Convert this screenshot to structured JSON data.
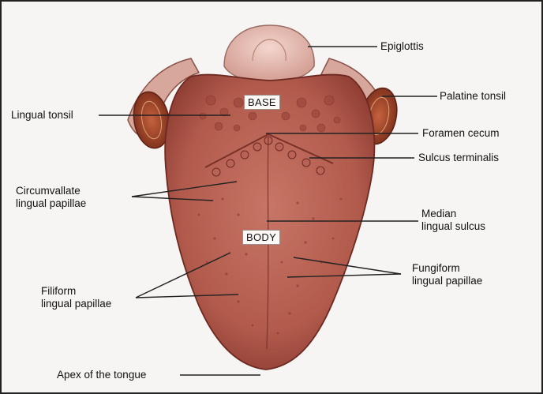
{
  "diagram": {
    "labels": {
      "epiglottis": "Epiglottis",
      "palatine_tonsil": "Palatine tonsil",
      "lingual_tonsil": "Lingual tonsil",
      "foramen_cecum": "Foramen cecum",
      "sulcus_terminalis": "Sulcus terminalis",
      "circumvallate_papillae": "Circumvallate\nlingual papillae",
      "median_lingual_sulcus": "Median\nlingual sulcus",
      "fungiform_papillae": "Fungiform\nlingual papillae",
      "filiform_papillae": "Filiform\nlingual papillae",
      "apex": "Apex of the tongue"
    },
    "regions": {
      "base": "BASE",
      "body": "BODY"
    },
    "colors": {
      "tongue": "#b65a4c",
      "tongue_dark": "#8e3d33",
      "epiglottis": "#e9c3b9",
      "tonsil": "#a94a2e",
      "background": "#f7f5f3"
    }
  }
}
